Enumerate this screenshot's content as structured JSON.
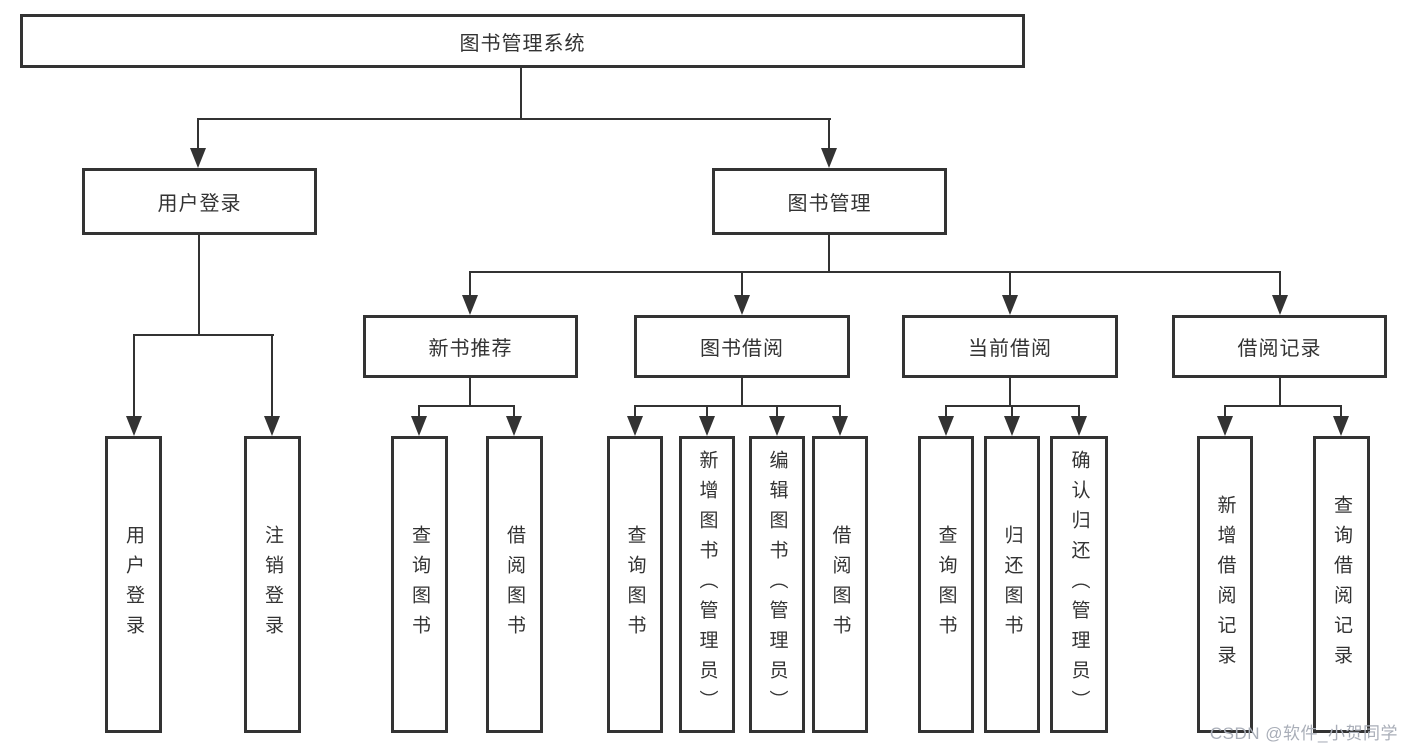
{
  "diagram": {
    "title": "图书管理系统",
    "branches": [
      {
        "label": "用户登录",
        "children": [
          {
            "label": "用户登录"
          },
          {
            "label": "注销登录"
          }
        ]
      },
      {
        "label": "图书管理",
        "children": [
          {
            "label": "新书推荐",
            "children": [
              {
                "label": "查询图书"
              },
              {
                "label": "借阅图书"
              }
            ]
          },
          {
            "label": "图书借阅",
            "children": [
              {
                "label": "查询图书"
              },
              {
                "label": "新增图书（管理员）"
              },
              {
                "label": "编辑图书（管理员）"
              },
              {
                "label": "借阅图书"
              }
            ]
          },
          {
            "label": "当前借阅",
            "children": [
              {
                "label": "查询图书"
              },
              {
                "label": "归还图书"
              },
              {
                "label": "确认归还（管理员）"
              }
            ]
          },
          {
            "label": "借阅记录",
            "children": [
              {
                "label": "新增借阅记录"
              },
              {
                "label": "查询借阅记录"
              }
            ]
          }
        ]
      }
    ]
  },
  "watermark": {
    "text": "CSDN @软件_小贺同学"
  },
  "colors": {
    "line": "#333333",
    "box_border": "#333333",
    "text": "#333333",
    "watermark": "#a9aeb8",
    "background": "#ffffff"
  }
}
